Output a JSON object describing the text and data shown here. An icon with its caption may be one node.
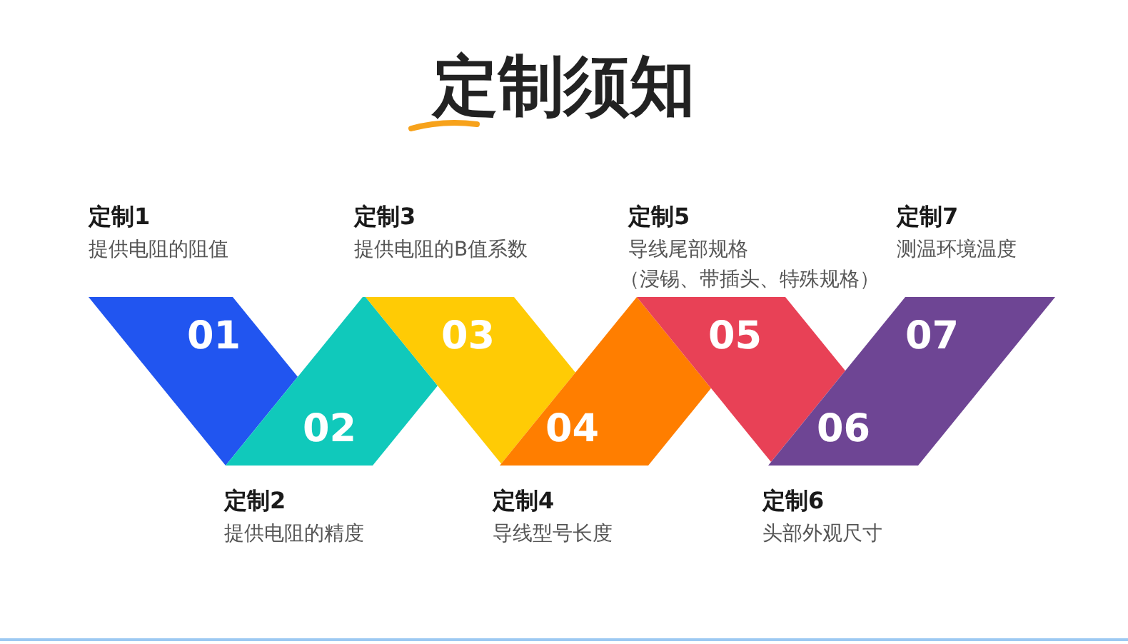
{
  "diagram": {
    "title": "定制须知",
    "nodes": [
      {
        "text": [
          "01"
        ]
      },
      {
        "text": [
          "02"
        ]
      },
      {
        "text": [
          "03"
        ]
      },
      {
        "text": [
          "04"
        ]
      },
      {
        "text": [
          "05"
        ]
      },
      {
        "text": [
          "06",
          "07"
        ]
      }
    ],
    "labels": [
      "定制1",
      "提供电阻的阻值",
      "定制3",
      "提供电阻的B值系数",
      "定制5",
      "导线尾部规格",
      "（浸锡、带插头、特殊规格）",
      "定制7",
      "测温环境温度",
      "定制2",
      "提供电阻的精度",
      "定制4",
      "导线型号长度",
      "定制6",
      "头部外观尺寸"
    ]
  }
}
